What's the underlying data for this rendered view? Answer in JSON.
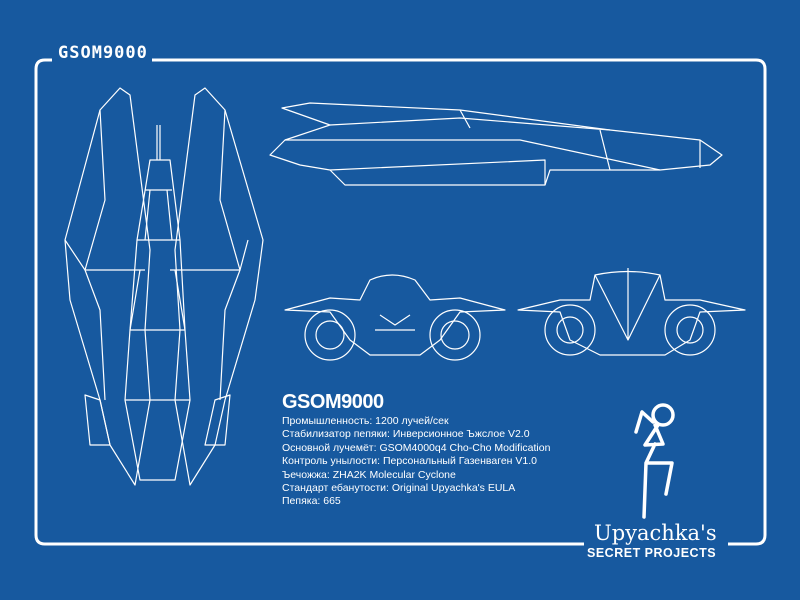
{
  "header": {
    "title": "GSOM9000"
  },
  "specs": {
    "name": "GSOM9000",
    "lines": [
      "Промышленность: 1200 лучей/сек",
      "Стабилизатор пепяки: Инверсионное Ъжслое V2.0",
      "Основной лучемёт: GSOM4000q4 Cho-Cho Modification",
      "Контроль унылости: Персональный Газенваген V1.0",
      "Ъечожжа:  ZHA2K Molecular Cyclone",
      "Стандарт ебанутости:  Original Upyachka's EULA",
      "Пепяка: 665"
    ]
  },
  "brand": {
    "name": "Upyachka's",
    "tagline": "SECRET PROJECTS"
  },
  "colors": {
    "background": "#17599f",
    "lines": "#ffffff"
  }
}
